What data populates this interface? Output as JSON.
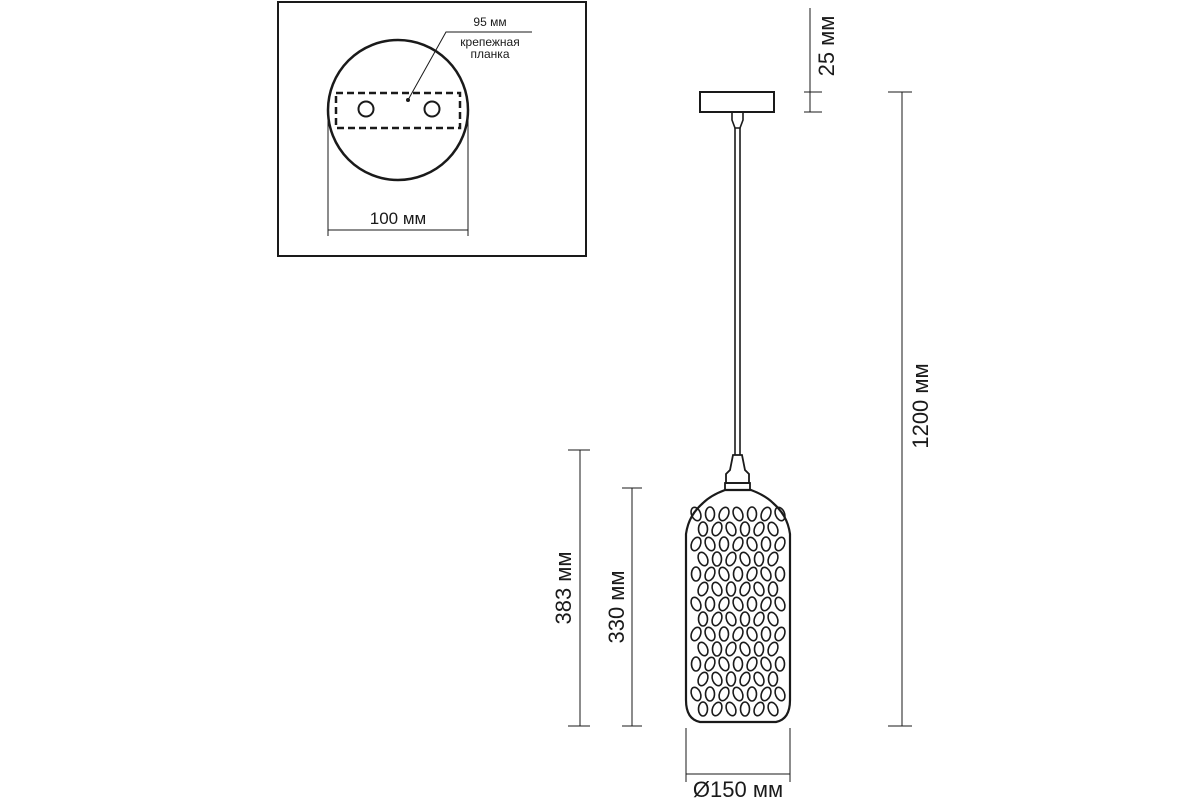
{
  "inset": {
    "bracket_width_label": "95 мм",
    "bracket_name_line1": "крепежная",
    "bracket_name_line2": "планка",
    "canopy_diameter_label": "100 мм"
  },
  "dimensions": {
    "canopy_height": "25 мм",
    "overall_height": "1200 мм",
    "lamp_height_with_holder": "383 мм",
    "shade_height": "330 мм",
    "shade_diameter": "Ø150 мм"
  },
  "colors": {
    "line": "#1a1a1a",
    "background": "#ffffff"
  }
}
